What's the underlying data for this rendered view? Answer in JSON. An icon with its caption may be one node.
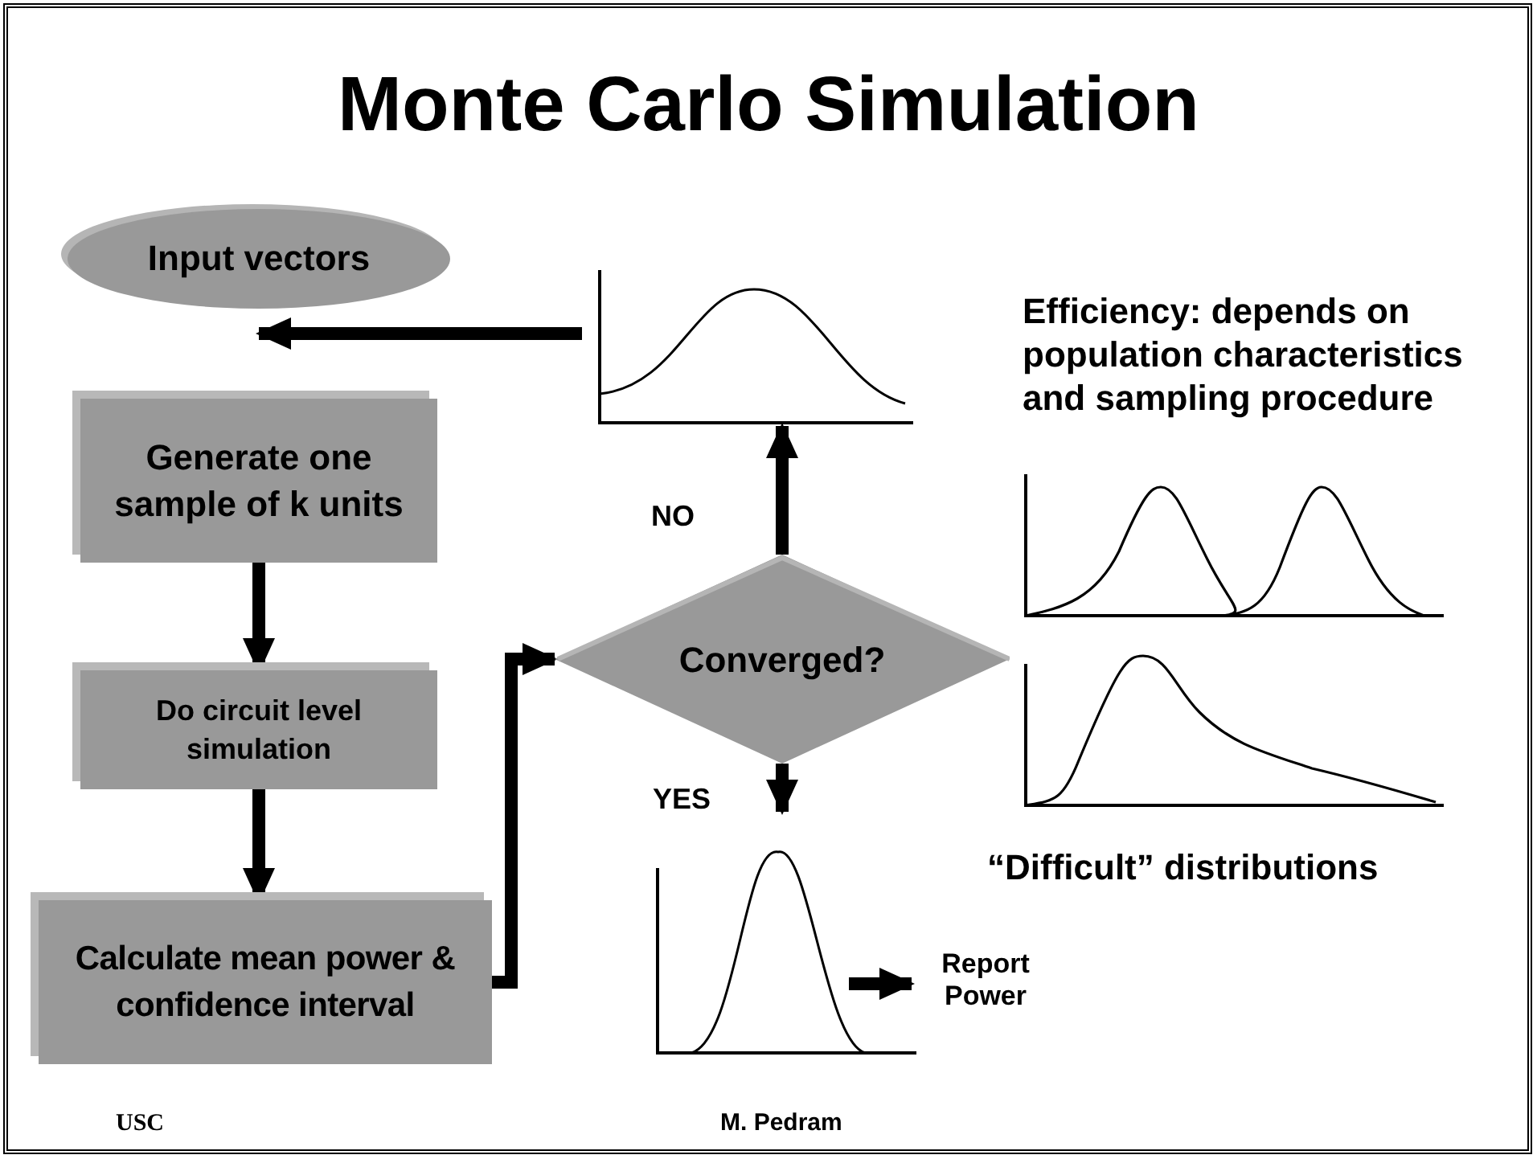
{
  "diagram": {
    "title": "Monte Carlo Simulation",
    "nodes": [
      {
        "text": [
          "Input vectors"
        ]
      },
      {
        "text": [
          "Generate one sample of k units"
        ]
      },
      {
        "text": [
          "Do circuit level simulation"
        ]
      },
      {
        "text": [
          "Calculate mean power & confidence interval"
        ]
      },
      {
        "text": [
          "Converged?"
        ]
      },
      {
        "text": [],
        "shape": "picture"
      },
      {
        "text": [],
        "shape": "picture"
      },
      {
        "text": [
          "Report Power"
        ]
      }
    ],
    "edges": [
      {
        "from": 1,
        "to": 2,
        "arrow": "to"
      },
      {
        "from": 2,
        "to": 3,
        "arrow": "to"
      },
      {
        "from": 3,
        "to": 4,
        "arrow": "to"
      },
      {
        "from": 4,
        "to": 5,
        "arrow": "to",
        "label": "NO"
      },
      {
        "from": 5,
        "to": 0,
        "arrow": "to"
      },
      {
        "from": 4,
        "to": 6,
        "arrow": "to",
        "label": "YES"
      },
      {
        "from": 6,
        "to": 7,
        "arrow": "to"
      }
    ],
    "labels": [
      "Efficiency: depends on population characteristics and sampling procedure",
      "“Difficult” distributions",
      "USC",
      "M. Pedram"
    ]
  }
}
